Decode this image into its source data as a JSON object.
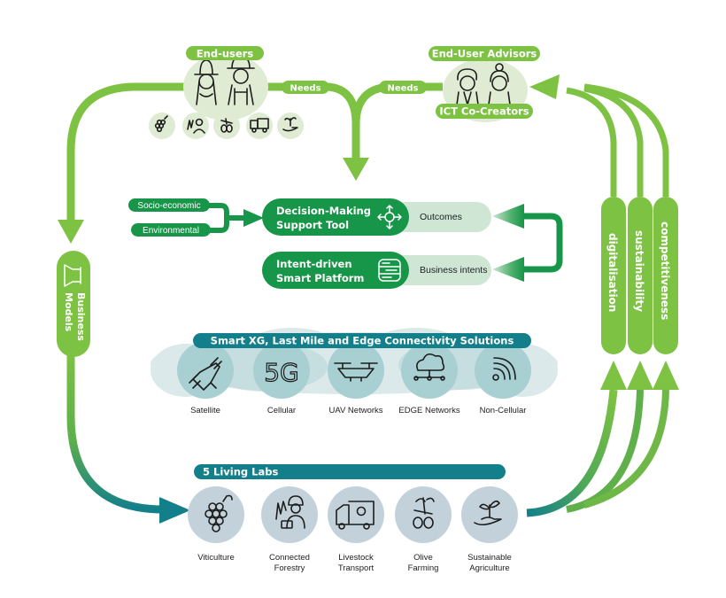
{
  "colors": {
    "lime": "#7dc243",
    "lime_light": "#dfecd3",
    "dark_green": "#179548",
    "pale_green": "#cfe6d5",
    "teal": "#137f8a",
    "teal_light": "#bcd7da",
    "teal_circle": "#9fc9cc",
    "grey_circle": "#c3d2da"
  },
  "end_users": {
    "label": "End-users",
    "icon": "farmer-couple-icon",
    "mini_icons": [
      "grapes-icon",
      "forestry-worker-icon",
      "olive-icon",
      "livestock-truck-icon",
      "seedling-hand-icon"
    ]
  },
  "advisors": {
    "label_top": "End-User Advisors",
    "label_bottom": "ICT Co-Creators",
    "icon": "advisors-couple-icon"
  },
  "needs_left": "Needs",
  "needs_right": "Needs",
  "inputs": [
    "Socio-economic",
    "Environmental"
  ],
  "dmst": {
    "title_line1": "Decision-Making",
    "title_line2": "Support Tool",
    "icon": "compass-gear-icon",
    "output": "Outcomes"
  },
  "platform": {
    "title_line1": "Intent-driven",
    "title_line2": "Smart Platform",
    "icon": "sliders-panel-icon",
    "output": "Business intents"
  },
  "business_models": {
    "line1": "Business",
    "line2": "Models",
    "icon": "flask-icon"
  },
  "connectivity": {
    "title": "Smart XG, Last Mile and Edge Connectivity Solutions",
    "items": [
      {
        "label": "Satellite",
        "icon": "satellite-icon"
      },
      {
        "label": "Cellular",
        "icon": "5g-icon",
        "glyph": "5G"
      },
      {
        "label": "UAV Networks",
        "icon": "drone-icon"
      },
      {
        "label": "EDGE Networks",
        "icon": "cloud-network-icon"
      },
      {
        "label": "Non-Cellular",
        "icon": "wireless-signal-icon"
      }
    ]
  },
  "living_labs": {
    "title": "5 Living Labs",
    "items": [
      {
        "line1": "Viticulture",
        "line2": "",
        "icon": "grapes-icon"
      },
      {
        "line1": "Connected",
        "line2": "Forestry",
        "icon": "forestry-worker-icon"
      },
      {
        "line1": "Livestock",
        "line2": "Transport",
        "icon": "livestock-truck-icon"
      },
      {
        "line1": "Olive",
        "line2": "Farming",
        "icon": "olive-icon"
      },
      {
        "line1": "Sustainable",
        "line2": "Agriculture",
        "icon": "seedling-hand-icon"
      }
    ]
  },
  "outcomes_pillars": [
    "digitalisation",
    "sustainability",
    "competitiveness"
  ]
}
